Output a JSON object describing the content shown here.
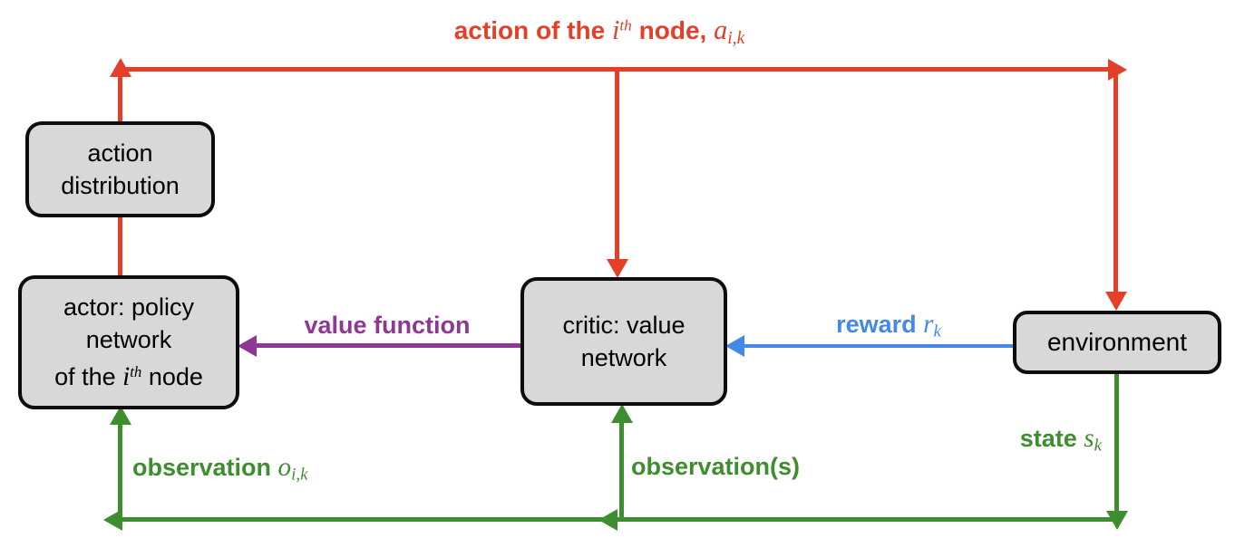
{
  "diagram": {
    "colors": {
      "action_red": "#e3402a",
      "observation_green": "#3e8d2e",
      "reward_blue": "#4289e9",
      "value_purple": "#8e3794",
      "box_fill": "#d8d8d8",
      "box_border": "#0d0d0d"
    },
    "nodes": {
      "action_distribution": {
        "line1": "action",
        "line2": "distribution"
      },
      "actor": {
        "line1": "actor: policy",
        "line2": "network",
        "line3_pre": "of the ",
        "line3_var": "i",
        "line3_sup": "th",
        "line3_post": " node"
      },
      "critic": {
        "line1": "critic: value",
        "line2": "network"
      },
      "environment": {
        "label": "environment"
      }
    },
    "edges": {
      "action": {
        "pre": "action of the ",
        "var_i": "i",
        "sup": "th",
        "mid": " node, ",
        "var_a": "a",
        "sub": "i,k"
      },
      "value_function": {
        "label": "value function"
      },
      "reward": {
        "pre": "reward ",
        "var": "r",
        "sub": "k"
      },
      "state": {
        "pre": "state ",
        "var": "s",
        "sub": "k"
      },
      "observation_actor": {
        "pre": "observation ",
        "var": "o",
        "sub": "i,k"
      },
      "observation_critic": {
        "label": "observation(s)"
      }
    }
  }
}
